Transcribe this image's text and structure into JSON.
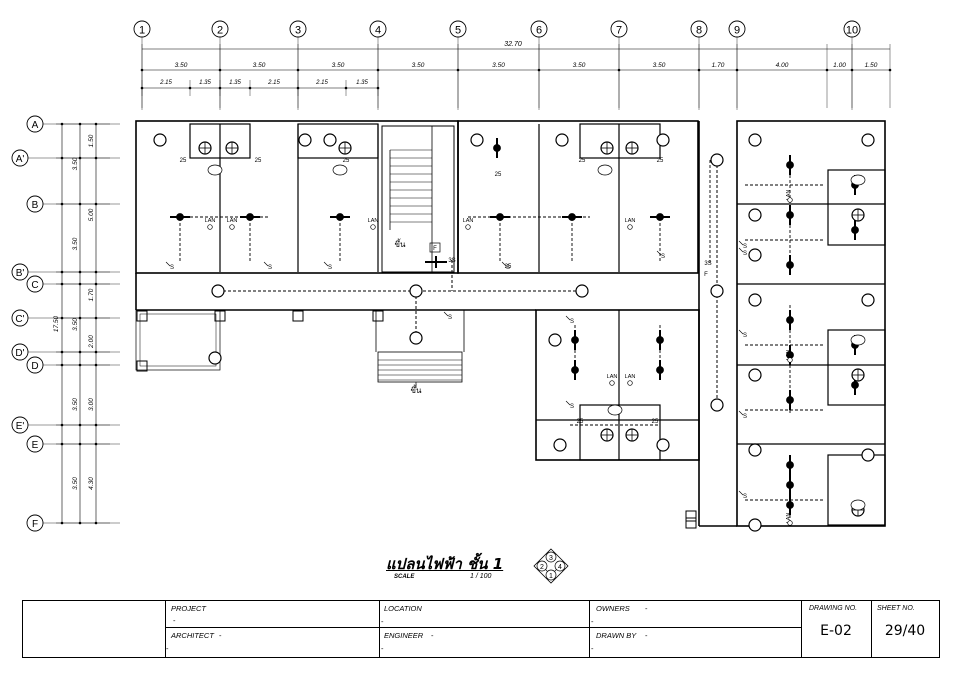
{
  "grid_cols": [
    "1",
    "2",
    "3",
    "4",
    "5",
    "6",
    "7",
    "8",
    "9",
    "10"
  ],
  "grid_rows": [
    "A",
    "A'",
    "B",
    "B'",
    "C",
    "C'",
    "D'",
    "D",
    "E'",
    "E",
    "F"
  ],
  "dims_top_total": "32.70",
  "dims_top": [
    "3.50",
    "3.50",
    "3.50",
    "3.50",
    "3.50",
    "3.50",
    "3.50",
    "1.70",
    "4.00",
    "1.00",
    "1.50"
  ],
  "dims_top_sub": [
    "2.15",
    "1.35",
    "1.35",
    "2.15",
    "2.15",
    "1.35"
  ],
  "dims_left_total": "17.50",
  "dims_left_a": [
    "3.50",
    "3.50",
    "3.50",
    "3.50",
    "3.50"
  ],
  "dims_left_b": [
    "1.50",
    "5.00",
    "1.70",
    "2.00",
    "3.00",
    "4.30"
  ],
  "fixture_labels": {
    "lan": "LAN",
    "sw": "S",
    "w25": "25",
    "f": "F",
    "s3": "3S",
    "up": "ขึ้น"
  },
  "title": {
    "main": "แปลนไฟฟ้า ชั้น 1",
    "scale_label": "SCALE",
    "scale_value": "1 / 100",
    "compass": [
      "3",
      "2",
      "4",
      "1"
    ]
  },
  "title_block": {
    "project_label": "PROJECT",
    "project_value": "-",
    "location_label": "LOCATION",
    "location_value": "-",
    "owners_label": "OWNERS",
    "owners_value": "-",
    "owners_value2": "-",
    "architect_label": "ARCHITECT",
    "architect_value": "-",
    "architect_value2": "-",
    "engineer_label": "ENGINEER",
    "engineer_value": "-",
    "engineer_value2": "-",
    "drawn_by_label": "DRAWN BY",
    "drawn_by_value": "-",
    "drawn_by_value2": "-",
    "drawing_no_label": "DRAWING NO.",
    "drawing_no": "E-02",
    "sheet_no_label": "SHEET NO.",
    "sheet_no": "29/40"
  }
}
